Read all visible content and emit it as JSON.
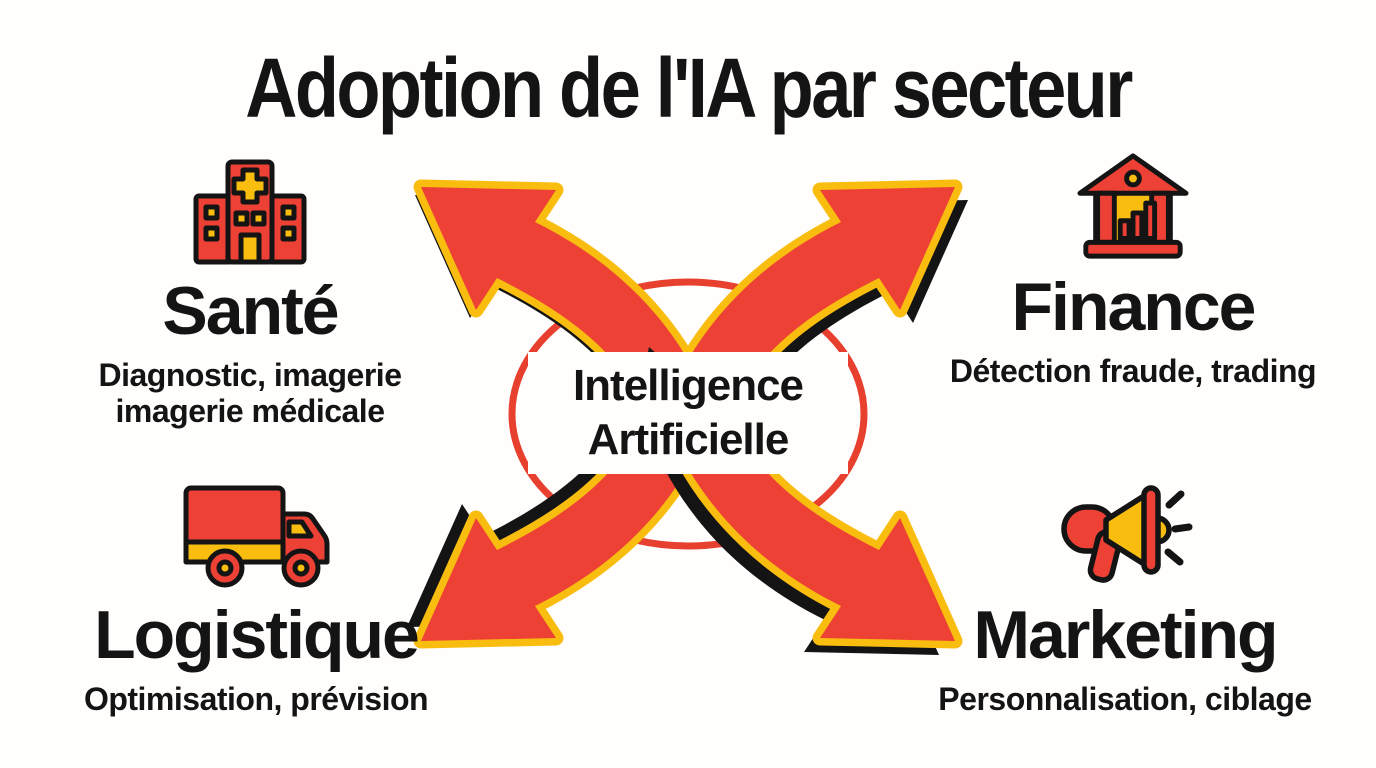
{
  "title": "Adoption de l'IA par secteur",
  "center": {
    "label": "Intelligence\nArtificielle"
  },
  "sectors": [
    {
      "label": "Santé",
      "description": "Diagnostic, imagerie\nimagerie médicale",
      "icon": "hospital-icon",
      "position": "top-left"
    },
    {
      "label": "Finance",
      "description": "Détection fraude, trading",
      "icon": "bank-icon",
      "position": "top-right"
    },
    {
      "label": "Logistique",
      "description": "Optimisation, prévision",
      "icon": "truck-icon",
      "position": "bottom-left"
    },
    {
      "label": "Marketing",
      "description": "Personnalisation, ciblage",
      "icon": "megaphone-icon",
      "position": "bottom-right"
    }
  ],
  "colors": {
    "red": "#EE4136",
    "yellow": "#F9BD10",
    "ink": "#141414",
    "background": "#FFFEFC",
    "ring": "#E8402F"
  }
}
